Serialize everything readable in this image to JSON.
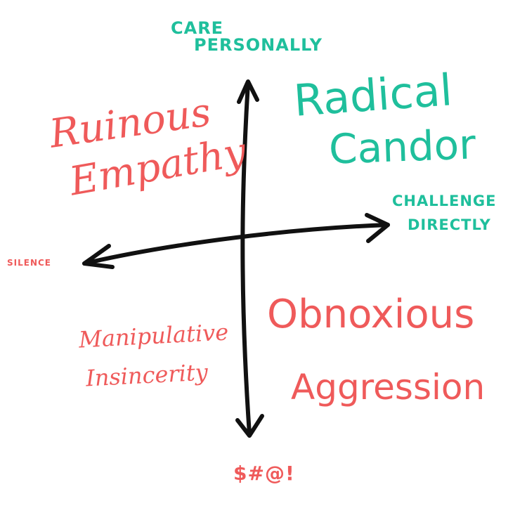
{
  "colors": {
    "teal": "#1fbf9c",
    "red": "#ef5a5a",
    "axis": "#111111"
  },
  "axes": {
    "top_line1": "CARE",
    "top_line2": "PERSONALLY",
    "right_line1": "CHALLENGE",
    "right_line2": "DIRECTLY",
    "left": "SILENCE",
    "bottom": "$#@!"
  },
  "quadrants": {
    "top_left_line1": "Ruinous",
    "top_left_line2": "Empathy",
    "top_right_line1": "Radical",
    "top_right_line2": "Candor",
    "bottom_left_line1": "Manipulative",
    "bottom_left_line2": "Insincerity",
    "bottom_right_line1": "Obnoxious",
    "bottom_right_line2": "Aggression"
  }
}
